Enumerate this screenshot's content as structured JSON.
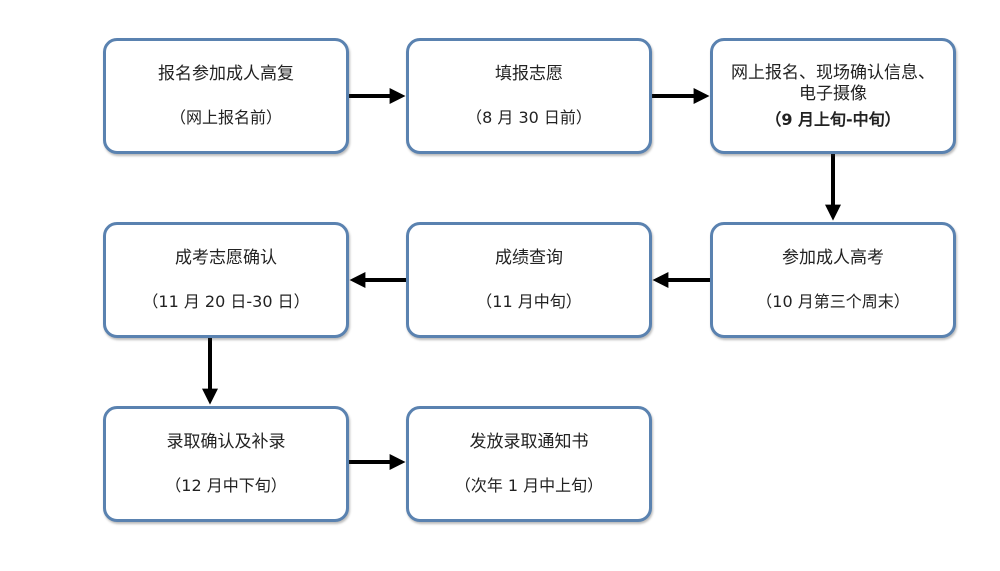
{
  "steps": [
    {
      "title": "报名参加成人高复",
      "note": "（网上报名前）"
    },
    {
      "title": "填报志愿",
      "note": "（8 月 30 日前）"
    },
    {
      "title": "网上报名、现场确认信息、电子摄像",
      "note": "（9 月上旬-中旬）"
    },
    {
      "title": "参加成人高考",
      "note": "（10 月第三个周末）"
    },
    {
      "title": "成绩查询",
      "note": "（11 月中旬）"
    },
    {
      "title": "成考志愿确认",
      "note": "（11 月 20 日-30 日）"
    },
    {
      "title": "录取确认及补录",
      "note": "（12 月中下旬）"
    },
    {
      "title": "发放录取通知书",
      "note": "（次年 1 月中上旬）"
    }
  ],
  "colors": {
    "box_border": "#5a82b0",
    "arrow": "#000000",
    "text": "#222222"
  }
}
